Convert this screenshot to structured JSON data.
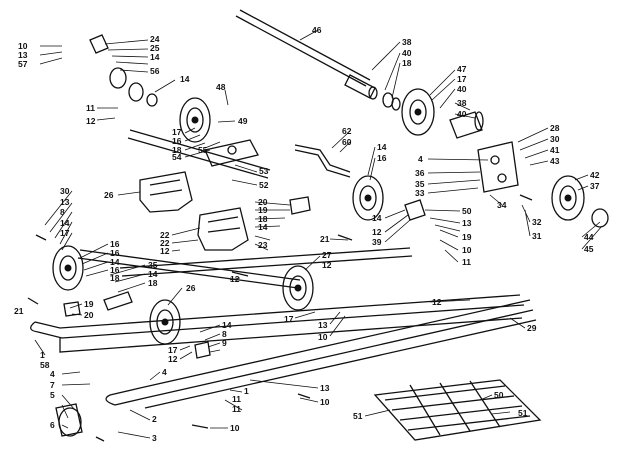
{
  "labels": [
    "10",
    "13",
    "57",
    "24",
    "25",
    "14",
    "56",
    "14",
    "11",
    "12",
    "48",
    "49",
    "17",
    "16",
    "18",
    "55",
    "54",
    "53",
    "52",
    "26",
    "20",
    "19",
    "18",
    "14",
    "22",
    "23",
    "22",
    "12",
    "16",
    "16",
    "14",
    "17",
    "16",
    "18",
    "14",
    "35",
    "14",
    "18",
    "21",
    "19",
    "20",
    "26",
    "14",
    "8",
    "9",
    "17",
    "12",
    "2",
    "3",
    "1",
    "58",
    "4",
    "7",
    "5",
    "6",
    "4",
    "11",
    "10",
    "13",
    "10",
    "21",
    "27",
    "12",
    "17",
    "13",
    "10",
    "46",
    "38",
    "40",
    "18",
    "47",
    "17",
    "40",
    "38",
    "40",
    "62",
    "60",
    "14",
    "16",
    "28",
    "30",
    "41",
    "43",
    "4",
    "36",
    "35",
    "33",
    "34",
    "42",
    "37",
    "44",
    "45",
    "50",
    "14",
    "13",
    "12",
    "39",
    "19",
    "10",
    "11",
    "32",
    "31",
    "12",
    "29",
    "50",
    "51",
    "51",
    "30",
    "13",
    "8",
    "1",
    "12",
    "11"
  ]
}
